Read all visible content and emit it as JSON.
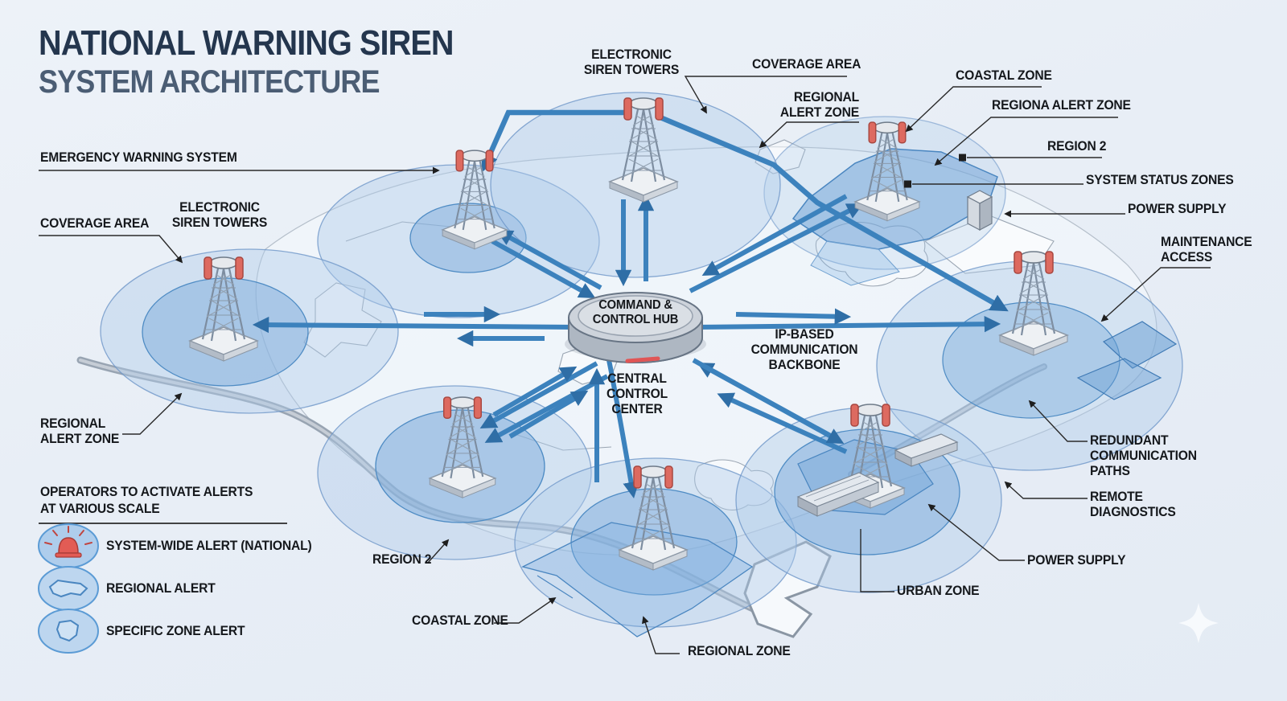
{
  "title": {
    "line1": "NATIONAL WARNING SIREN",
    "line2": "SYSTEM ARCHITECTURE"
  },
  "hub": {
    "name": "COMMAND &\nCONTROL HUB",
    "caption": "CENTRAL\nCONTROL\nCENTER",
    "backbone": "IP-BASED COMMUNICATION\nBACKBONE"
  },
  "callouts": {
    "emergency": "EMERGENCY WARNING SYSTEM",
    "coverage_left": "COVERAGE AREA",
    "towers_left": "ELECTRONIC\nSIREN TOWERS",
    "regional_left": "REGIONAL\nALERT ZONE",
    "towers_top": "ELECTRONIC\nSIREN TOWERS",
    "coverage_top": "COVERAGE AREA",
    "regional_top": "REGIONAL\nALERT ZONE",
    "coastal_top": "COASTAL ZONE",
    "regiona_alert": "REGIONA ALERT ZONE",
    "region2_top": "REGION 2",
    "system_status": "SYSTEM STATUS ZONES",
    "power_top": "POWER SUPPLY",
    "maintenance": "MAINTENANCE\nACCESS",
    "redundant": "REDUNDANT\nCOMMUNICATION\nPATHS",
    "remote": "REMOTE\nDIAGNOSTICS",
    "power_bottom": "POWER SUPPLY",
    "urban": "URBAN ZONE",
    "region2_bottom": "REGION 2",
    "coastal_bottom": "COASTAL ZONE",
    "regional_zone": "REGIONAL ZONE"
  },
  "legend": {
    "heading": "OPERATORS TO ACTIVATE ALERTS\nAT VARIOUS SCALE",
    "items": [
      {
        "icon": "siren-icon",
        "label": "SYSTEM-WIDE ALERT (NATIONAL)"
      },
      {
        "icon": "region-shape-icon",
        "label": "REGIONAL ALERT"
      },
      {
        "icon": "zone-shape-icon",
        "label": "SPECIFIC ZONE ALERT"
      }
    ]
  },
  "colors": {
    "arrow_blue": "#3c82bd",
    "coverage_fill": "#adcbe9",
    "zone_fill": "#6ea0d6",
    "alert_red": "#e05555",
    "title_dark": "#24364e",
    "title_gray": "#4b5d74"
  }
}
